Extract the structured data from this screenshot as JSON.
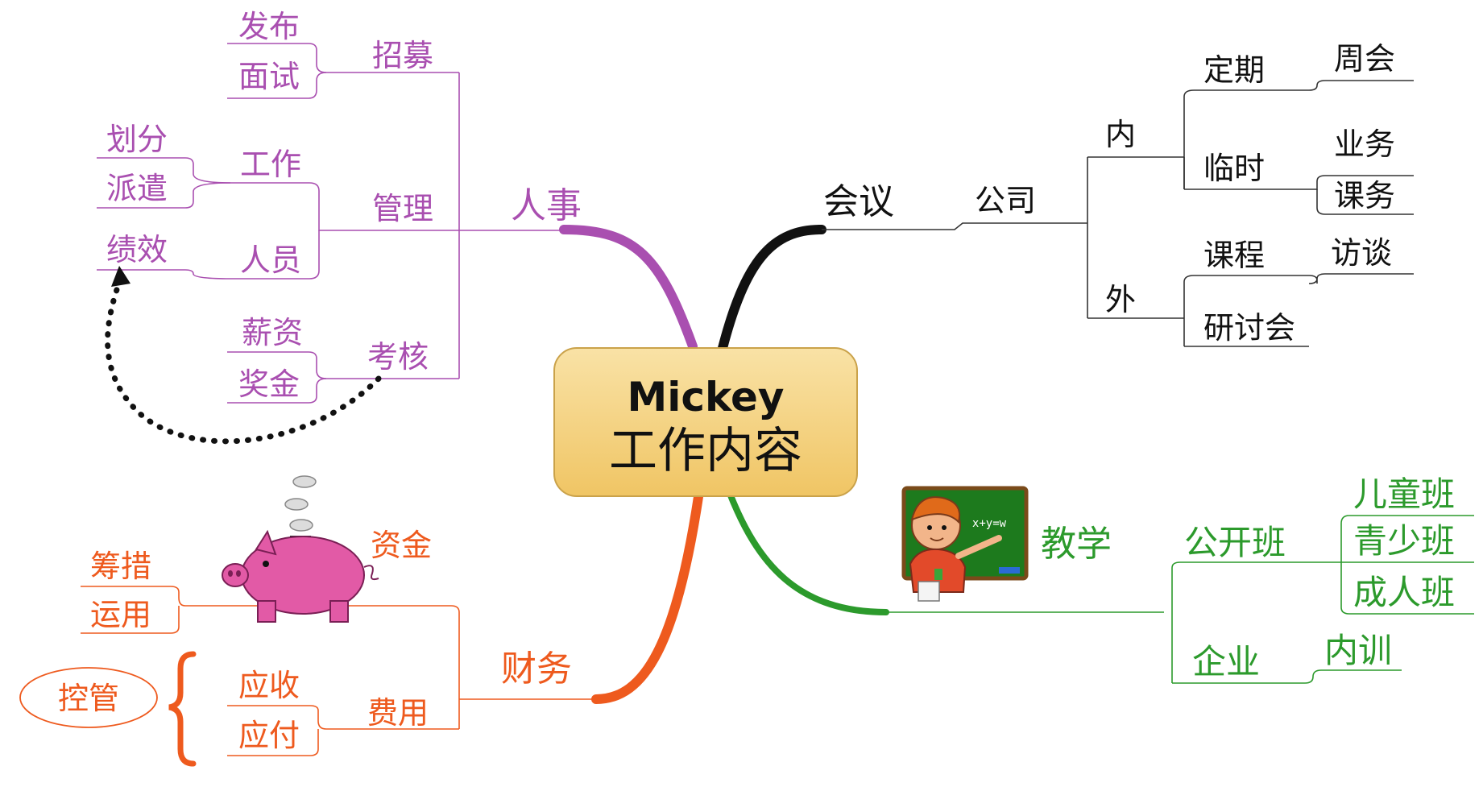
{
  "colors": {
    "hr": "#a94fb0",
    "meeting": "#111111",
    "finance": "#ee5a1e",
    "teaching": "#2c9a2c",
    "center_fill": "#f6d58a",
    "center_border": "#caa24a",
    "pig": "#e25aa6"
  },
  "center": {
    "title": "Mickey",
    "subtitle": "工作内容"
  },
  "hr": {
    "label": "人事",
    "recruit": {
      "label": "招募",
      "children": [
        "发布",
        "面试"
      ]
    },
    "manage": {
      "label": "管理",
      "work": {
        "label": "工作",
        "children": [
          "划分",
          "派遣"
        ]
      },
      "staff": {
        "label": "人员",
        "children": [
          "绩效"
        ]
      }
    },
    "assess": {
      "label": "考核",
      "children": [
        "薪资",
        "奖金"
      ]
    }
  },
  "meeting": {
    "label": "会议",
    "company": {
      "label": "公司",
      "inner": {
        "label": "内",
        "regular": {
          "label": "定期",
          "children": [
            "周会"
          ]
        },
        "temp": {
          "label": "临时",
          "children": [
            "业务",
            "课务"
          ]
        }
      },
      "outer": {
        "label": "外",
        "course": {
          "label": "课程",
          "children": [
            "访谈"
          ]
        },
        "seminar": "研讨会"
      }
    }
  },
  "finance": {
    "label": "财务",
    "funds": {
      "label": "资金",
      "children": [
        "筹措",
        "运用"
      ]
    },
    "expense": {
      "label": "费用",
      "children": [
        "应收",
        "应付"
      ]
    },
    "control": "控管"
  },
  "teaching": {
    "label": "教学",
    "open": {
      "label": "公开班",
      "children": [
        "儿童班",
        "青少班",
        "成人班"
      ]
    },
    "enterprise": {
      "label": "企业",
      "children": [
        "内训"
      ]
    }
  },
  "icons": {
    "piggy": "piggy-bank-icon",
    "teacher": "teacher-blackboard-icon",
    "board_text": "x+y=w"
  }
}
